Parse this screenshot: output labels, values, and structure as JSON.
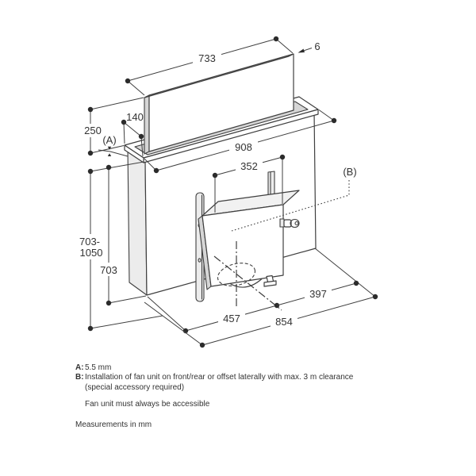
{
  "diagram": {
    "labels": {
      "screen_width": "733",
      "screen_thickness": "6",
      "screen_height": "250",
      "trim_depth": "140",
      "ref_a": "(A)",
      "cutout_width": "908",
      "bracket_spacing": "352",
      "ref_b": "(B)",
      "install_height_range_line1": "703-",
      "install_height_range_line2": "1050",
      "housing_height": "703",
      "duct_offset_front": "457",
      "floor_width": "854",
      "duct_offset_rear": "397"
    }
  },
  "notes": {
    "a_label": "A:",
    "a_value": "5.5 mm",
    "b_label": "B:",
    "b_line1": "Installation of fan unit on front/rear or offset laterally with max. 3 m clearance",
    "b_line2": "(special accessory required)",
    "accessibility": "Fan unit must always be accessible",
    "units": "Measurements in mm"
  },
  "colors": {
    "line": "#3f3f3f",
    "text": "#333333",
    "fill_light": "#ececec",
    "fill_mid": "#d6d6d6",
    "fill_top": "#f1f1f1",
    "bg": "#ffffff"
  }
}
